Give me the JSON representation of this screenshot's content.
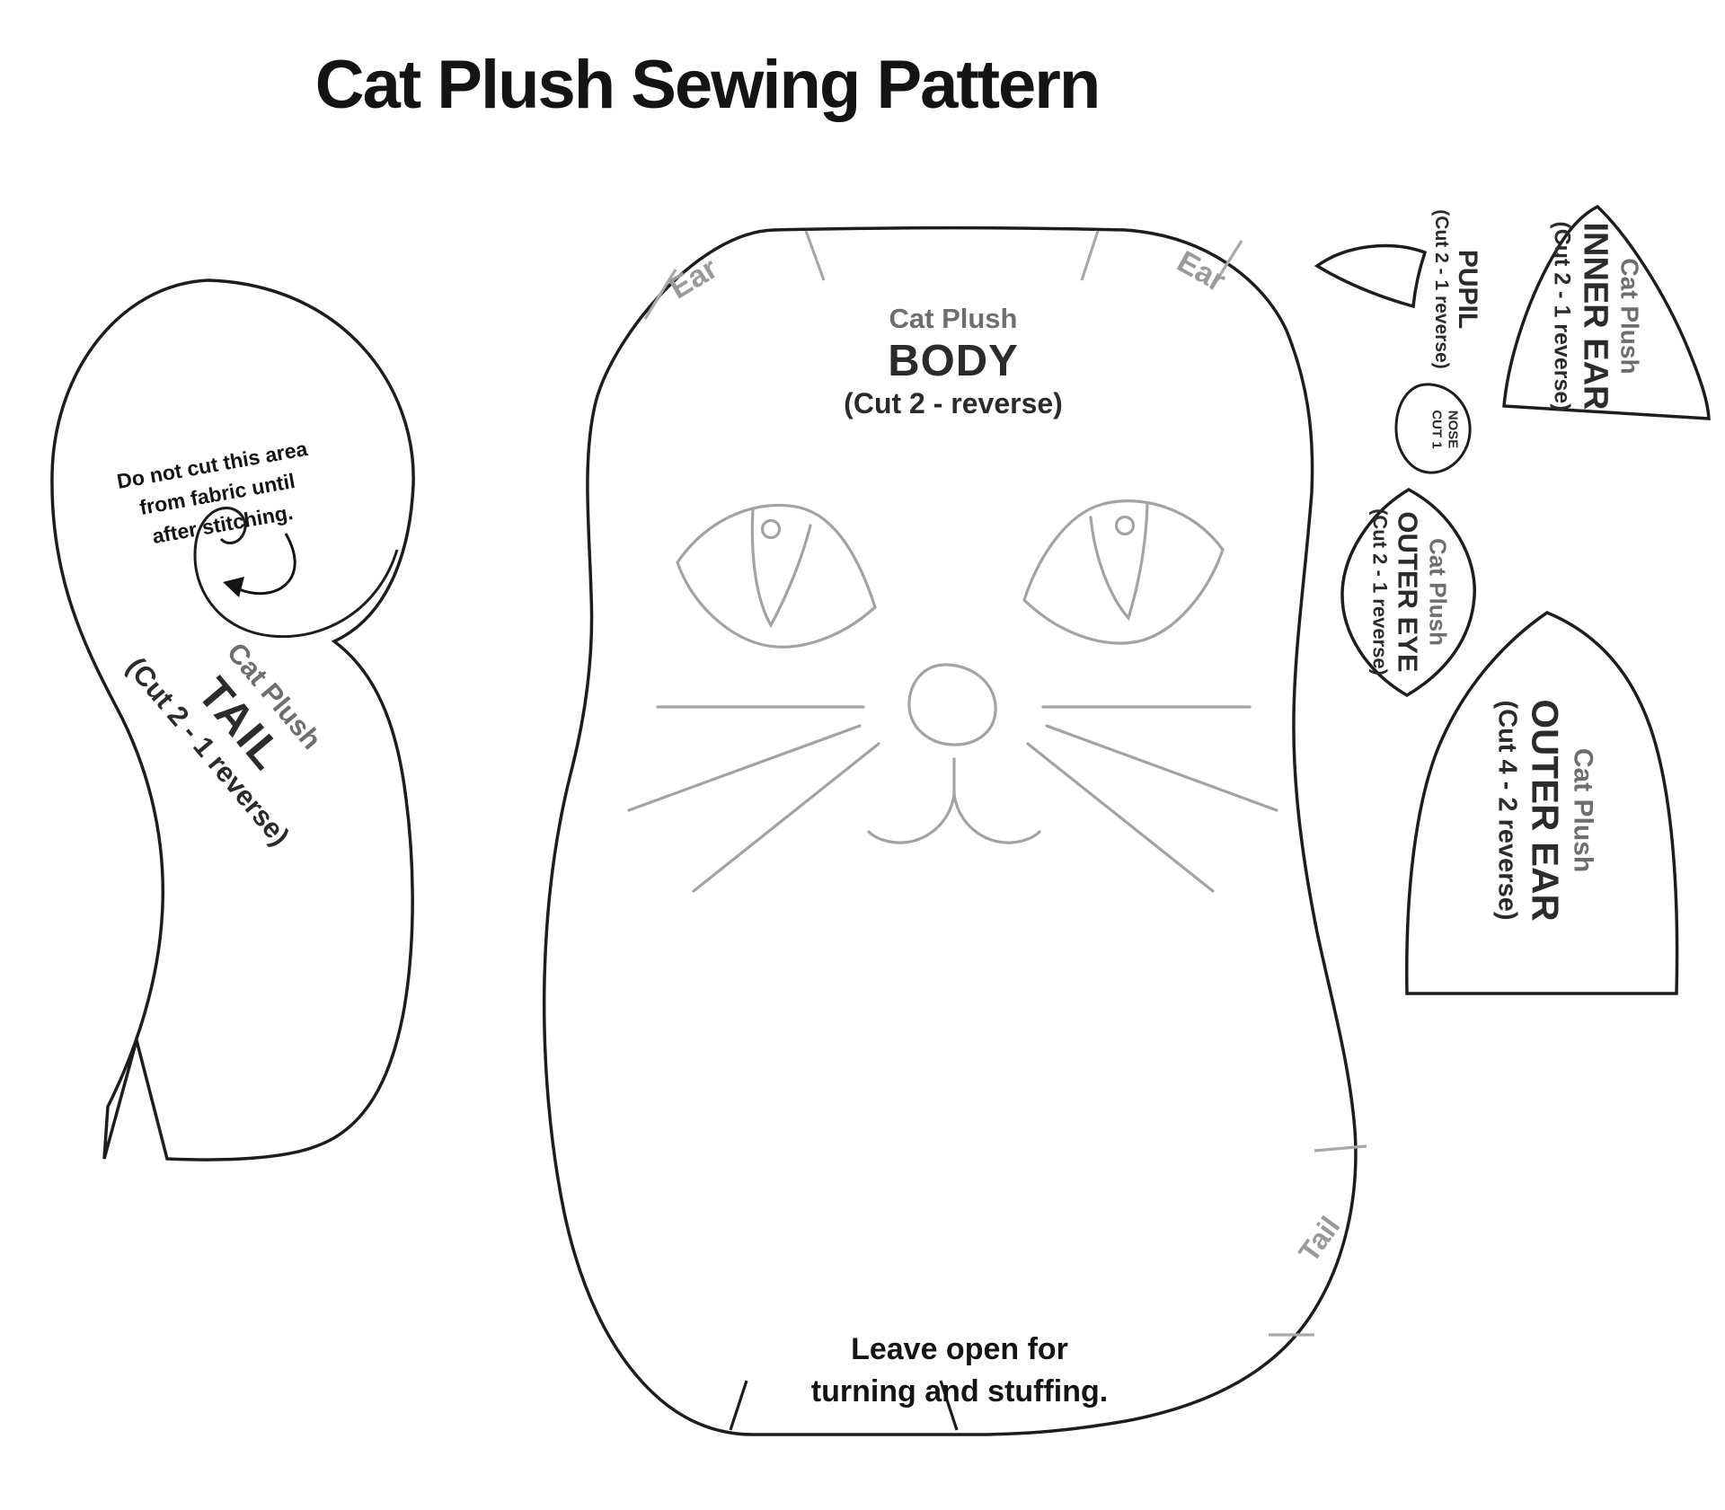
{
  "title": "Cat Plush Sewing Pattern",
  "colors": {
    "background": "#ffffff",
    "outline": "#1d1d1d",
    "face_detail": "#a3a3a3",
    "tick_gray": "#a8a8a8",
    "label_gray": "#6e6e6e",
    "label_dark": "#2b2b2b",
    "guide_gray": "#9a9a9a"
  },
  "body_piece": {
    "name_prefix": "Cat Plush",
    "name": "BODY",
    "cut": "(Cut 2 - reverse)",
    "ear_label_left": "Ear",
    "ear_label_right": "Ear",
    "tail_label": "Tail",
    "open_note_line1": "Leave open for",
    "open_note_line2": "turning and stuffing."
  },
  "tail_piece": {
    "name_prefix": "Cat Plush",
    "name": "TAIL",
    "cut": "(Cut 2 - 1 reverse)",
    "note_line1": "Do not cut this area",
    "note_line2": "from fabric until",
    "note_line3": "after stitching."
  },
  "pupil_piece": {
    "name": "PUPIL",
    "cut": "(Cut 2 - 1 reverse)"
  },
  "nose_piece": {
    "name": "NOSE",
    "cut": "CUT 1"
  },
  "outer_eye_piece": {
    "name_prefix": "Cat Plush",
    "name": "OUTER EYE",
    "cut": "(Cut 2 - 1 reverse)"
  },
  "inner_ear_piece": {
    "name_prefix": "Cat Plush",
    "name": "INNER EAR",
    "cut": "(Cut 2 - 1 reverse)"
  },
  "outer_ear_piece": {
    "name_prefix": "Cat Plush",
    "name": "OUTER EAR",
    "cut": "(Cut 4 - 2 reverse)"
  }
}
